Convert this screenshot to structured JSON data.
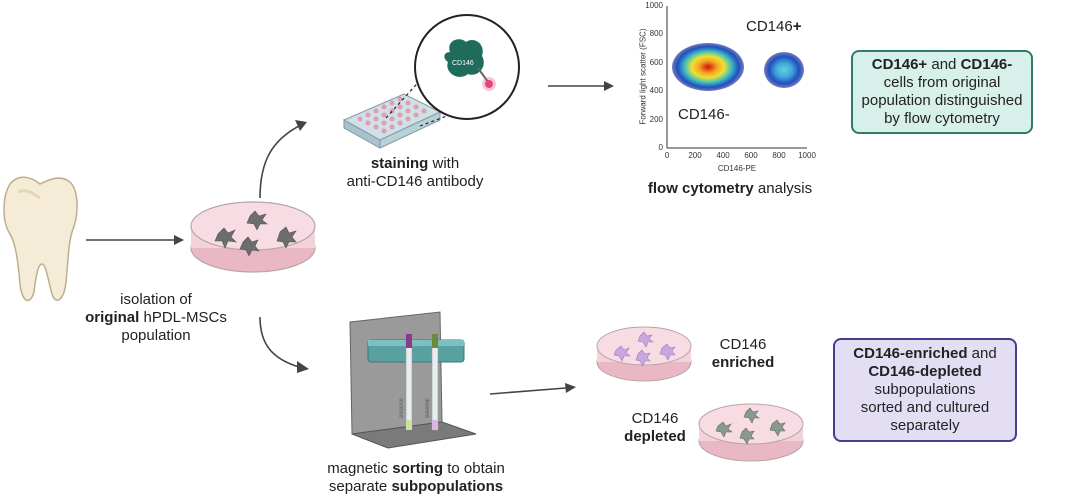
{
  "left": {
    "caption_line1": "isolation of",
    "caption_line2_bold": "original",
    "caption_line2_rest": " hPDL-MSCs",
    "caption_line3": "population"
  },
  "staining": {
    "caption_bold": "staining",
    "caption_rest": " with",
    "caption_line2": "anti-CD146 antibody",
    "antibody_label": "CD146"
  },
  "flow": {
    "caption_bold": "flow cytometry",
    "caption_rest": " analysis",
    "ylabel": "Forward light scatter (FSC)",
    "xlabel": "CD146-PE",
    "xticks": [
      "0",
      "200",
      "400",
      "600",
      "800",
      "1000"
    ],
    "yticks": [
      "1000",
      "800",
      "600",
      "400",
      "200",
      "0"
    ],
    "pos_label": "CD146",
    "pos_sign": "+",
    "neg_label": "CD146-"
  },
  "result_top": {
    "line1_bold_a": "CD146+",
    "line1_mid": " and ",
    "line1_bold_b": "CD146-",
    "line2": "cells from original",
    "line3": "population distinguished",
    "line4": "by flow cytometry",
    "border": "#2e7d6a",
    "fill": "#d8f0ea"
  },
  "sorting": {
    "caption_line1_a": "magnetic ",
    "caption_line1_bold": "sorting",
    "caption_line1_b": " to obtain",
    "caption_line2_a": "separate ",
    "caption_line2_bold": "subpopulations",
    "tube1": "enriched",
    "tube2": "depleted"
  },
  "dishes": {
    "enriched_line1": "CD146",
    "enriched_line2": "enriched",
    "depleted_line1": "CD146",
    "depleted_line2": "depleted"
  },
  "result_bottom": {
    "line1_bold": "CD146-enriched",
    "line1_rest": " and",
    "line2_bold": "CD146-depleted",
    "line3": "subpopulations",
    "line4": "sorted and cultured",
    "line5": "separately",
    "border": "#4b3b8f",
    "fill": "#e3def4"
  }
}
